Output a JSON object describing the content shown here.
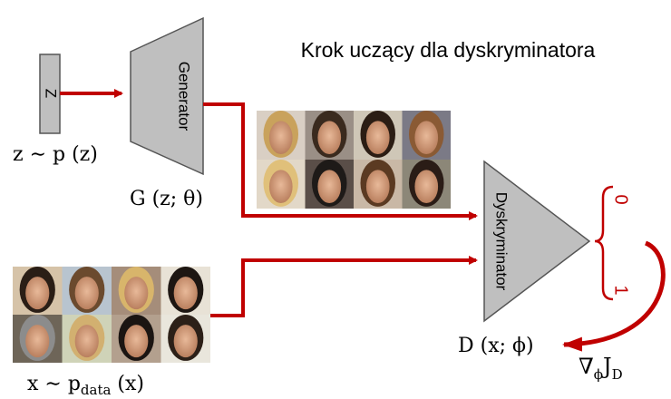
{
  "title": "Krok uczący dla dyskryminatora",
  "nodes": {
    "z_box": {
      "label": "Z"
    },
    "generator": {
      "label": "Generator"
    },
    "discriminator": {
      "label": "Dyskryminator"
    }
  },
  "math": {
    "z_dist": {
      "main": "z ∼ p (z)"
    },
    "generator_fn": {
      "main": "G (z; θ)"
    },
    "x_dist": {
      "pre": "x ∼ p",
      "sub": "data",
      "post": " (x)"
    },
    "discriminator_fn": {
      "main": "D (x; ϕ)"
    },
    "gradient": {
      "pre": "∇",
      "sub": "ϕ",
      "mid": "J",
      "sub2": "D"
    }
  },
  "outputs": {
    "top": "0",
    "bottom": "1"
  },
  "image_grids": {
    "generated_faces": {
      "rows": 2,
      "cols": 4
    },
    "real_faces": {
      "rows": 2,
      "cols": 4
    }
  },
  "colors": {
    "arrow": "#c00000",
    "shape_fill": "#bfbfbf",
    "shape_stroke": "#555555",
    "text": "#000000"
  }
}
